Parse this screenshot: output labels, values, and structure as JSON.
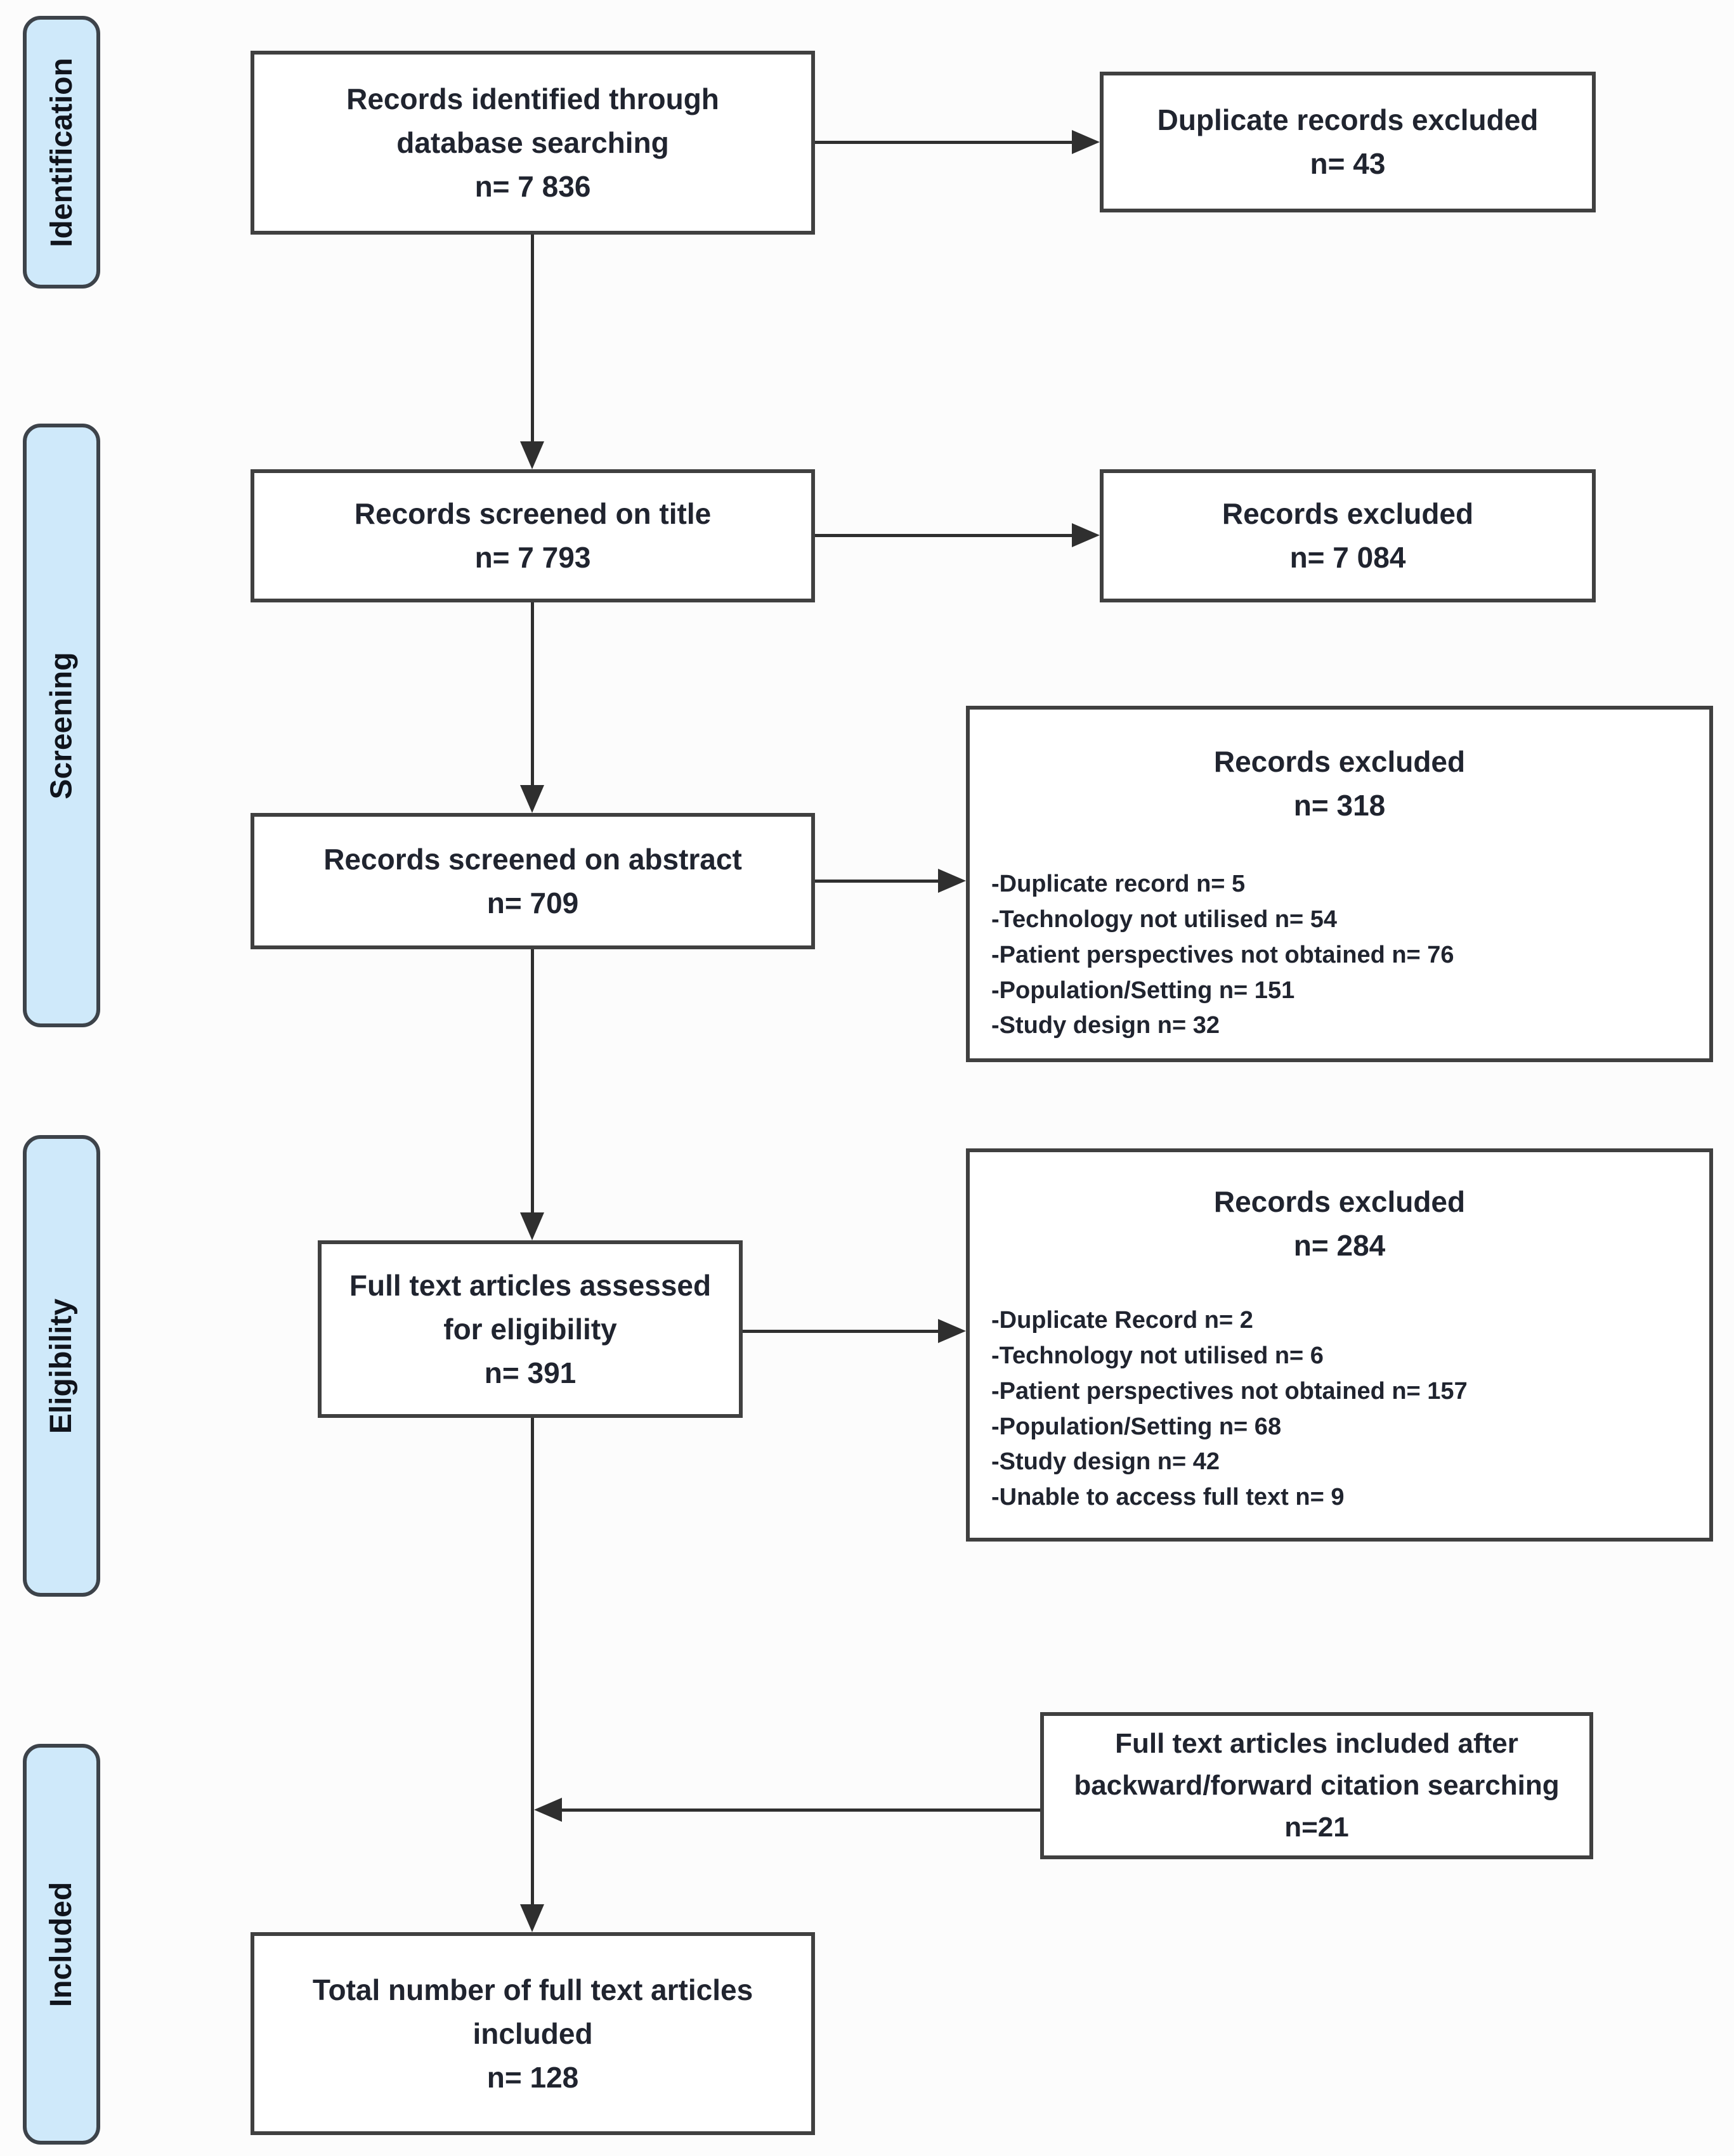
{
  "palette": {
    "stage_fill": "#cfe9fa",
    "stage_border": "#3d434a",
    "box_border": "#404040",
    "text": "#20242f",
    "arrow": "#2f2f2f",
    "background": "#fcfcfc"
  },
  "stages": [
    {
      "label": "Identification"
    },
    {
      "label": "Screening"
    },
    {
      "label": "Eligibility"
    },
    {
      "label": "Included"
    }
  ],
  "boxes": {
    "identified": {
      "lines": [
        "Records identified through",
        "database searching",
        "n= 7 836"
      ]
    },
    "duplicates_excluded": {
      "lines": [
        "Duplicate records excluded",
        "n= 43"
      ]
    },
    "screened_title": {
      "lines": [
        "Records screened on title",
        "n= 7 793"
      ]
    },
    "excluded_title": {
      "lines": [
        "Records excluded",
        "n= 7 084"
      ]
    },
    "screened_abstract": {
      "lines": [
        "Records screened on abstract",
        "n= 709"
      ]
    },
    "excluded_abstract": {
      "title": "Records excluded",
      "count": "n= 318",
      "reasons": [
        "-Duplicate record n= 5",
        "-Technology not utilised n= 54",
        "-Patient perspectives not obtained n= 76",
        "-Population/Setting n= 151",
        "-Study design n= 32"
      ]
    },
    "fulltext_assessed": {
      "lines": [
        "Full text articles assessed",
        "for eligibility",
        "n= 391"
      ]
    },
    "excluded_fulltext": {
      "title": "Records excluded",
      "count": "n= 284",
      "reasons": [
        "-Duplicate Record n= 2",
        "-Technology not utilised n= 6",
        "-Patient perspectives not obtained n= 157",
        "-Population/Setting n= 68",
        "-Study design n= 42",
        "-Unable to access full text n= 9"
      ]
    },
    "citation_searching": {
      "lines": [
        "Full text articles included after",
        "backward/forward citation searching",
        "n=21"
      ]
    },
    "total_included": {
      "lines": [
        "Total number of full text articles",
        "included",
        "n= 128"
      ]
    }
  }
}
